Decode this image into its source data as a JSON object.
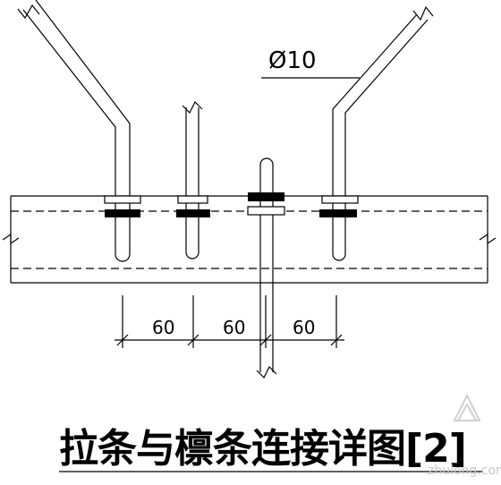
{
  "callout": {
    "diameter_label": "Ø10"
  },
  "dimensions": [
    "60",
    "60",
    "60"
  ],
  "title": "拉条与檩条连接详图[2]",
  "watermark": {
    "site": "zhulong.com"
  },
  "colors": {
    "line": "#000000",
    "plate": "#000000",
    "background": "#ffffff"
  }
}
